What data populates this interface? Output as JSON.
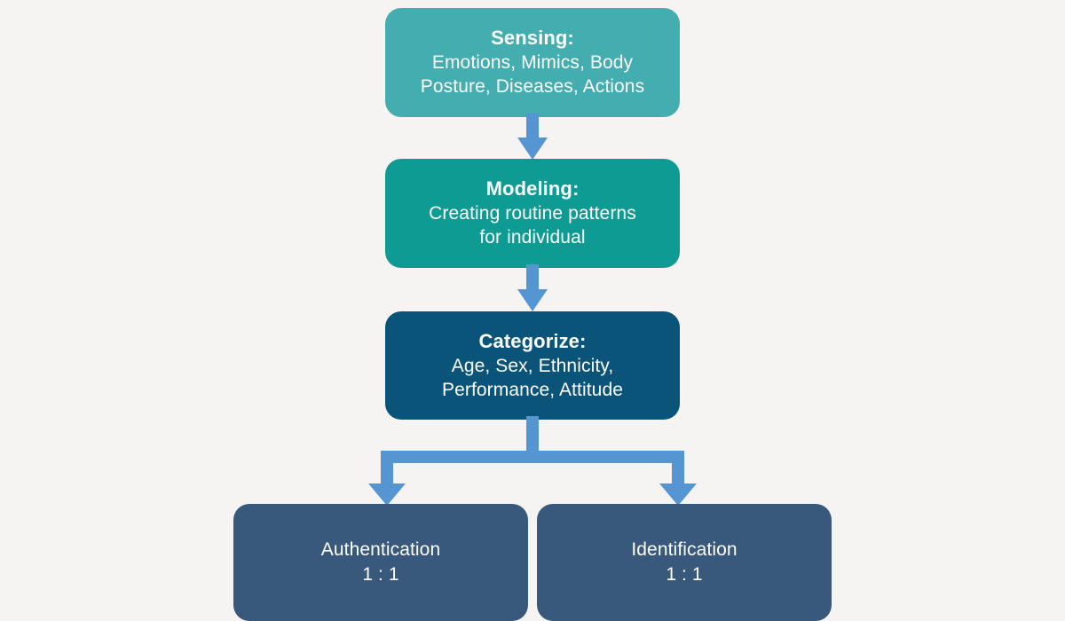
{
  "diagram": {
    "background_color": "#f5f4f2",
    "arrow_color": "#5596d2",
    "nodes": [
      {
        "id": "sensing",
        "title": "Sensing:",
        "body": "Emotions, Mimics, Body\nPosture, Diseases, Actions",
        "color": "#43adb0",
        "text_color": "#ffffff"
      },
      {
        "id": "modeling",
        "title": "Modeling:",
        "body": "Creating routine patterns\nfor individual",
        "color": "#0d9b93",
        "text_color": "#ffffff"
      },
      {
        "id": "categorize",
        "title": "Categorize:",
        "body": "Age, Sex, Ethnicity,\nPerformance, Attitude",
        "color": "#0a5479",
        "text_color": "#ffffff"
      },
      {
        "id": "authentication",
        "label": "Authentication\n1 : 1",
        "color": "#38587c",
        "text_color": "#ffffff"
      },
      {
        "id": "identification",
        "label": "Identification\n1 : 1",
        "color": "#38587c",
        "text_color": "#ffffff"
      }
    ],
    "connectors": [
      {
        "id": "sensing-to-modeling",
        "type": "arrow-down"
      },
      {
        "id": "modeling-to-categorize",
        "type": "arrow-down"
      },
      {
        "id": "categorize-to-outputs",
        "type": "split-arrow-down"
      }
    ]
  }
}
